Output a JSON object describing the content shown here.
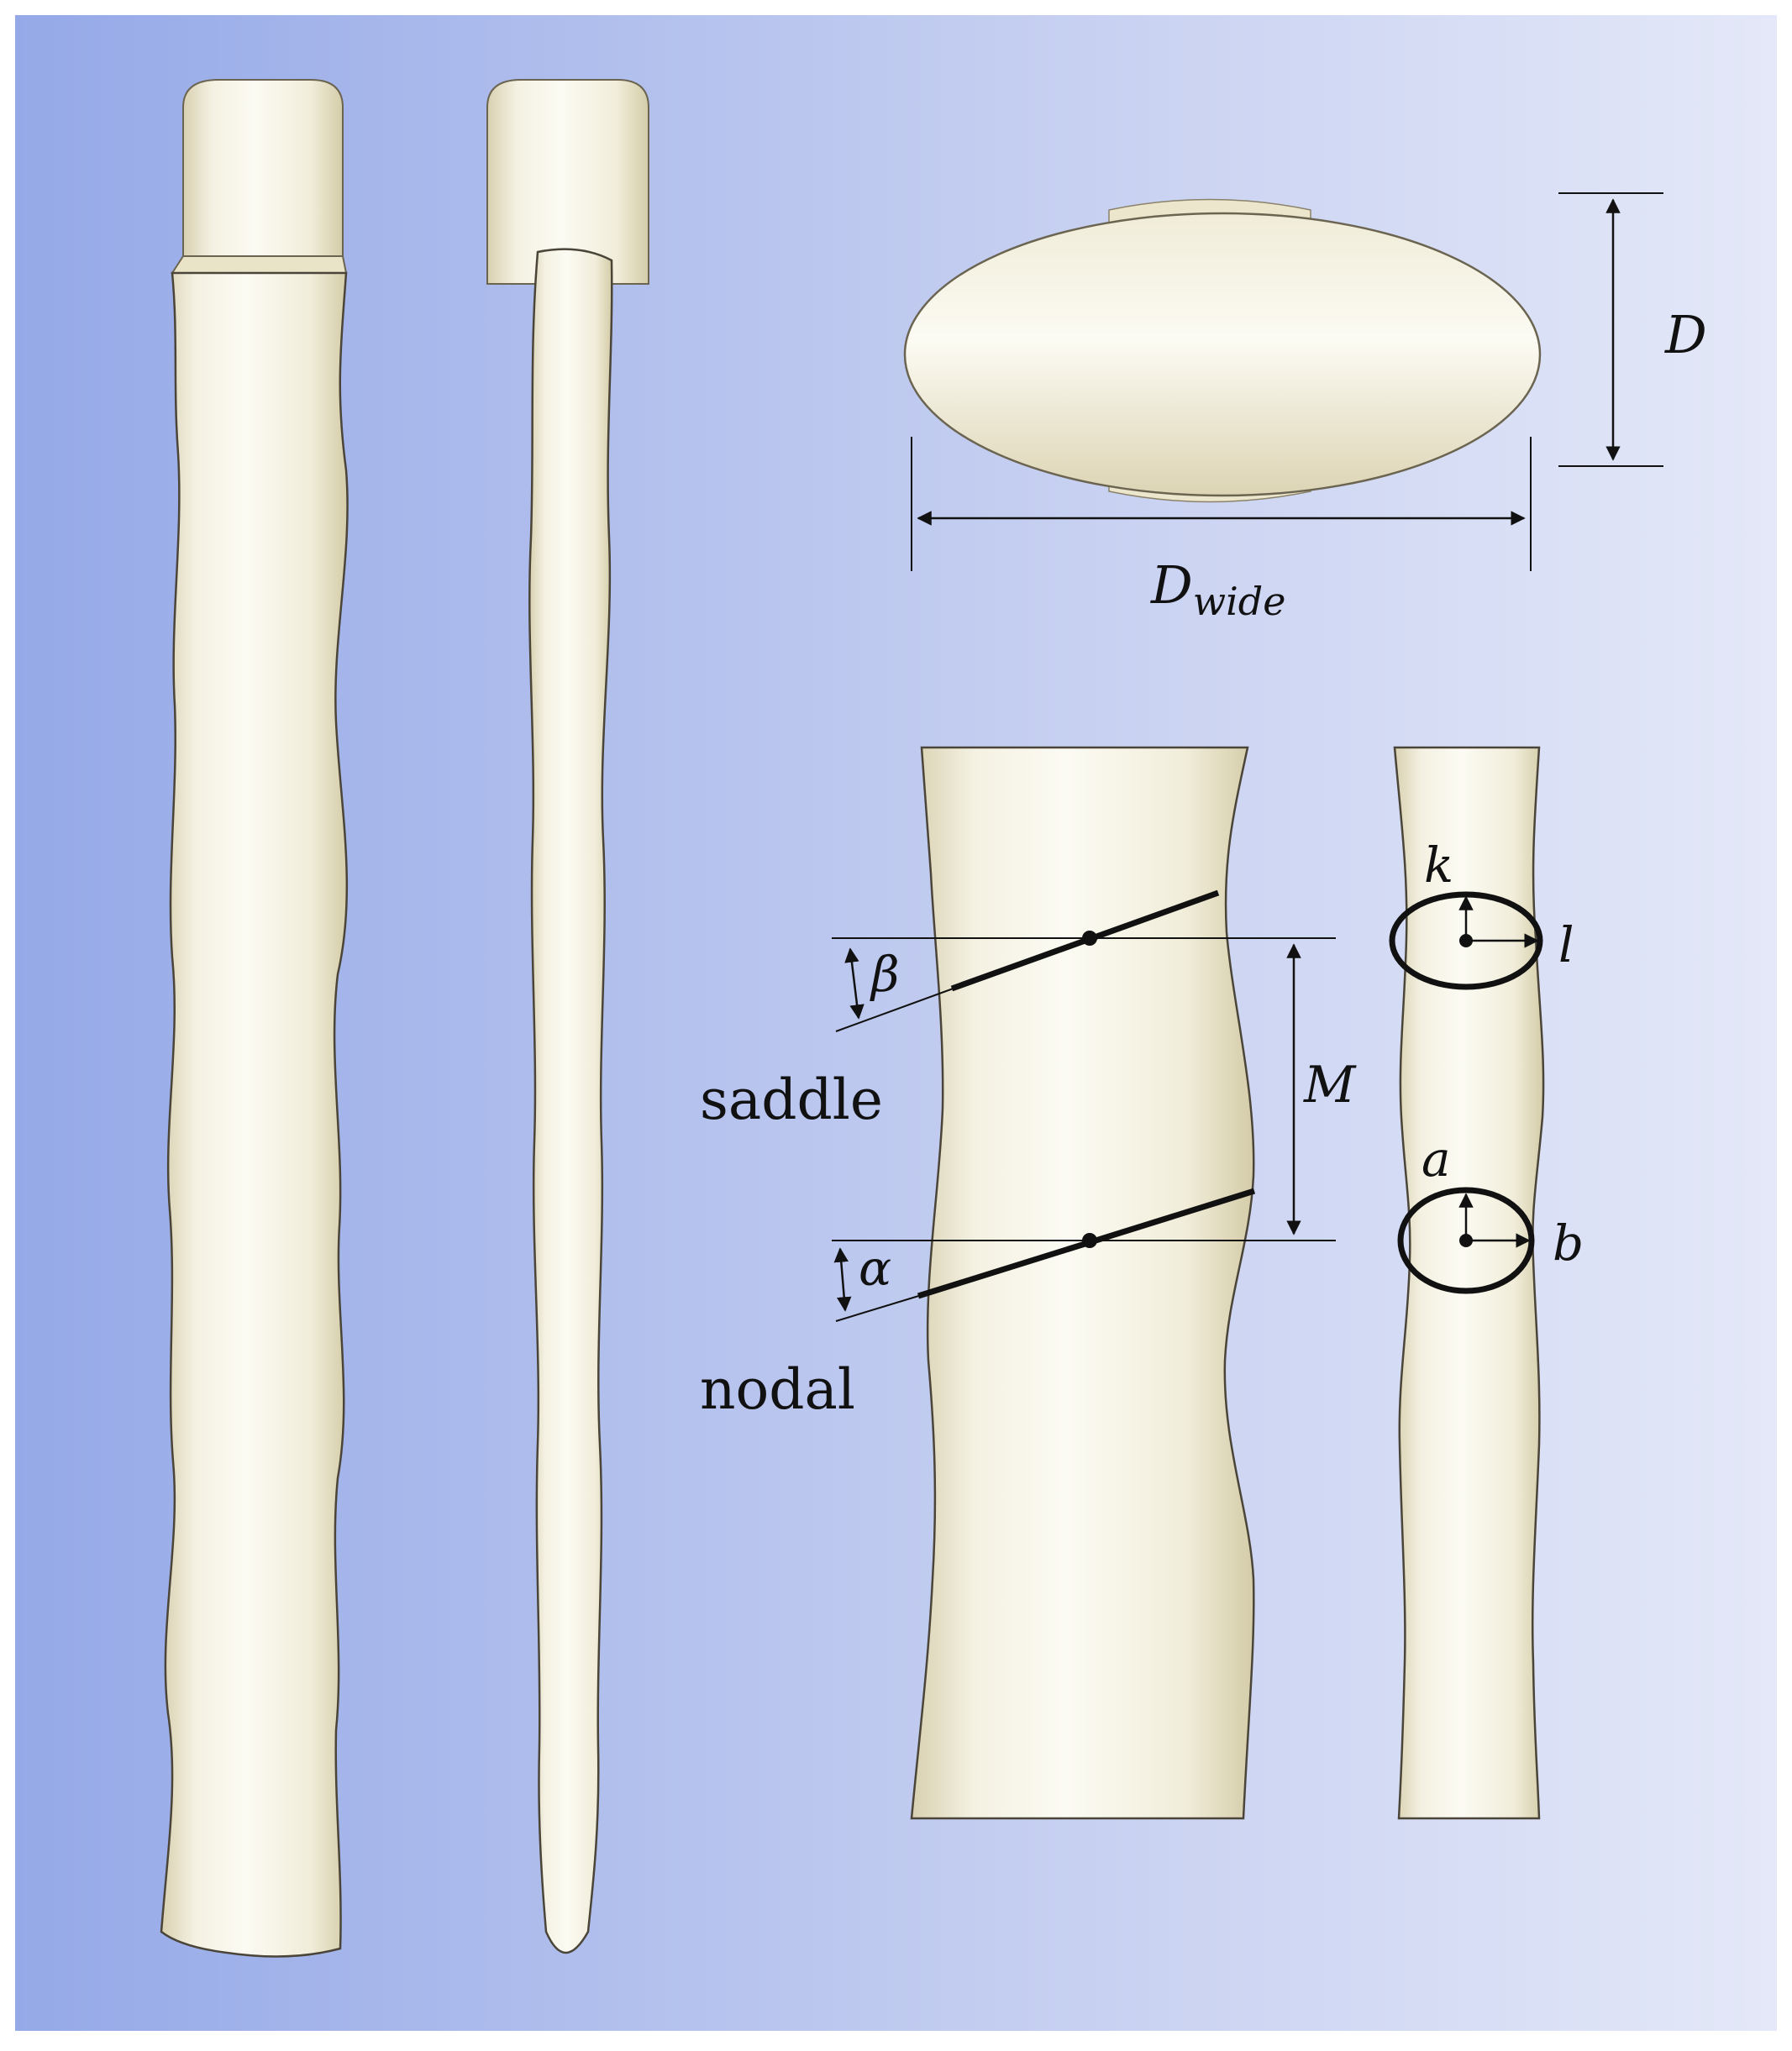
{
  "labels": {
    "D": "D",
    "D_wide_main": "D",
    "D_wide_sub": "wide",
    "beta": "β",
    "alpha": "α",
    "M": "M",
    "saddle": "saddle",
    "nodal": "nodal",
    "k": "k",
    "l": "l",
    "a": "a",
    "b": "b"
  },
  "colors": {
    "background_left": "#95a9e8",
    "background_right": "#e4e8f8",
    "frame": "#ffffff",
    "body_light": "#fbf9ee",
    "body_mid": "#ede8d0",
    "body_shadow": "#d2caa8",
    "ink": "#111111"
  }
}
